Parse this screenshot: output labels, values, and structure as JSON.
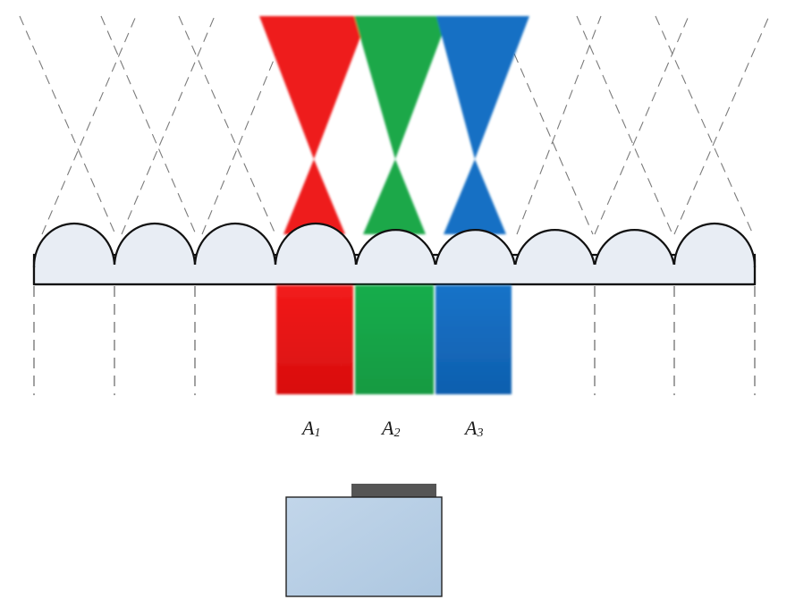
{
  "pixel_labels": [
    {
      "letter": "A",
      "index": "1"
    },
    {
      "letter": "A",
      "index": "2"
    },
    {
      "letter": "A",
      "index": "3"
    }
  ],
  "colors": {
    "red": "#ee1c1c",
    "green": "#1aa84a",
    "blue": "#1570c4",
    "lens_fill": "#e8edf4",
    "camera_body": "#b9cfe4",
    "camera_top": "#555555"
  },
  "lens_count": 9,
  "colored_views": 3
}
